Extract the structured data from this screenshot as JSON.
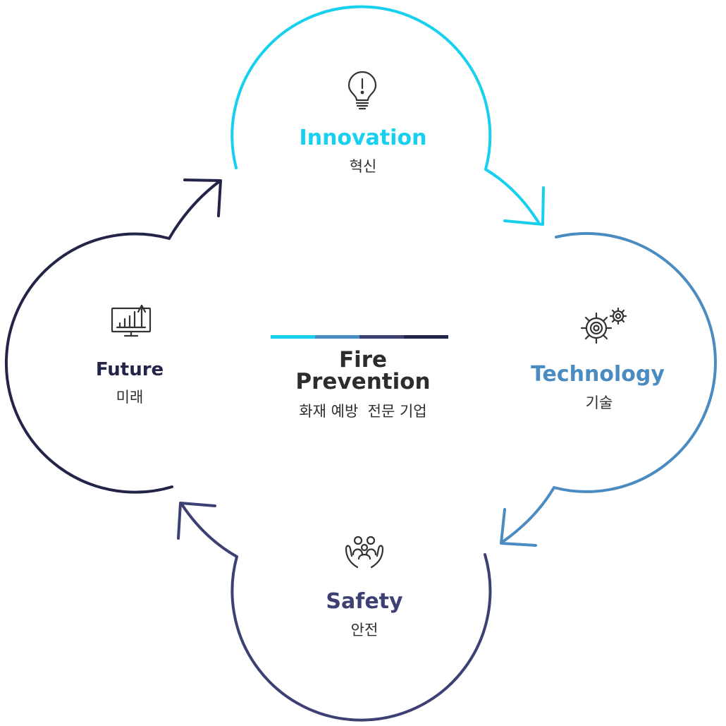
{
  "center": {
    "title_line1": "Fire",
    "title_line2": "Prevention",
    "subtitle": "화재 예방  전문 기업",
    "bar_colors": [
      "#16d0ee",
      "#4a8bc2",
      "#3d4073",
      "#232548"
    ]
  },
  "nodes": [
    {
      "key": "innovation",
      "en": "Innovation",
      "ko": "혁신",
      "icon": "lightbulb-icon",
      "color": "#16d0ee"
    },
    {
      "key": "technology",
      "en": "Technology",
      "ko": "기술",
      "icon": "gears-icon",
      "color": "#4a8bc2"
    },
    {
      "key": "safety",
      "en": "Safety",
      "ko": "안전",
      "icon": "people-care-icon",
      "color": "#3d4073"
    },
    {
      "key": "future",
      "en": "Future",
      "ko": "미래",
      "icon": "growth-chart-icon",
      "color": "#232548"
    }
  ],
  "text_color": "#2d2d2d"
}
